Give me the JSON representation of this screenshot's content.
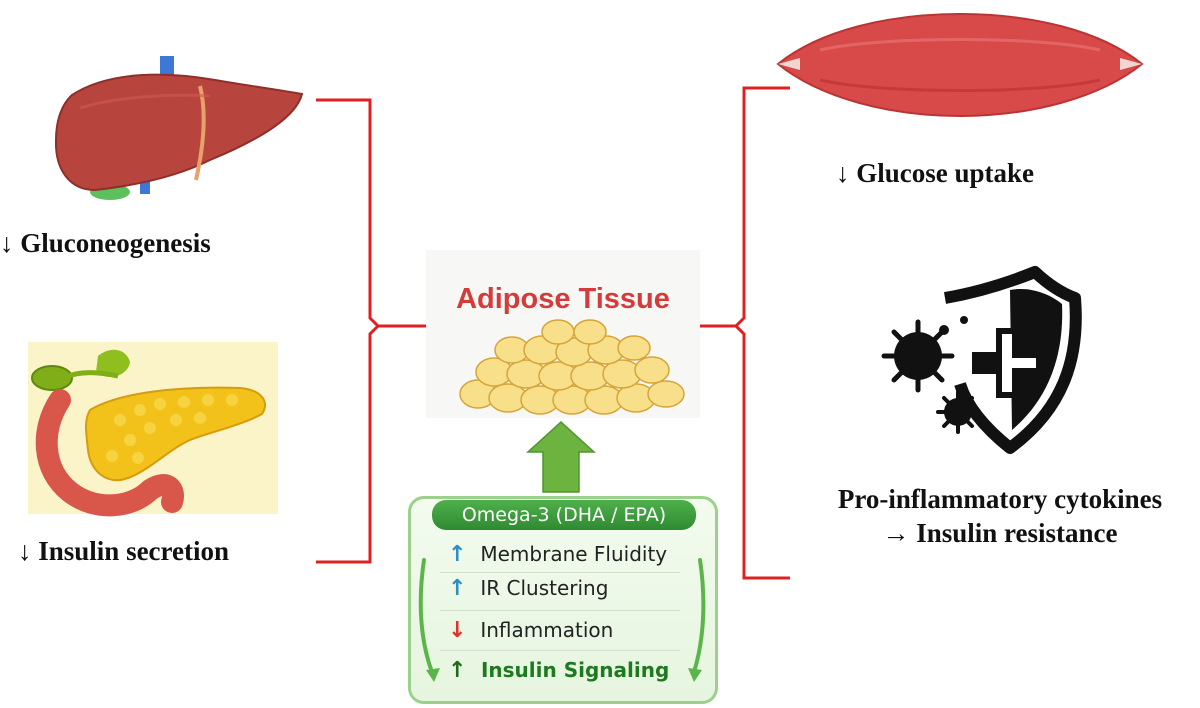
{
  "left": {
    "liver_label": "↓ Gluconeogenesis",
    "pancreas_label": "↓ Insulin secretion"
  },
  "center": {
    "adipose_title": "Adipose Tissue",
    "omega_title": "Omega-3 (DHA / EPA)",
    "effects": [
      {
        "arrow": "↑",
        "arrow_color": "#2a8fc4",
        "label": "Membrane Fluidity",
        "label_color": "#222222"
      },
      {
        "arrow": "↑",
        "arrow_color": "#2a8fc4",
        "label": "IR Clustering",
        "label_color": "#222222"
      },
      {
        "arrow": "↓",
        "arrow_color": "#e0312b",
        "label": "Inflammation",
        "label_color": "#222222"
      },
      {
        "arrow": "↑",
        "arrow_color": "#1e6b1e",
        "label": "Insulin Signaling",
        "label_color": "#1e7a1e"
      }
    ]
  },
  "right": {
    "muscle_label": "↓ Glucose uptake",
    "cytokine_line1": "Pro-inflammatory cytokines",
    "cytokine_line2": "→ Insulin resistance"
  },
  "colors": {
    "bracket": "#e02020",
    "up_arrow": "#6db33f",
    "adipose_title": "#d43c3c"
  },
  "icons": [
    "liver-icon",
    "pancreas-icon",
    "fat-cells-icon",
    "muscle-icon",
    "shield-virus-icon"
  ]
}
